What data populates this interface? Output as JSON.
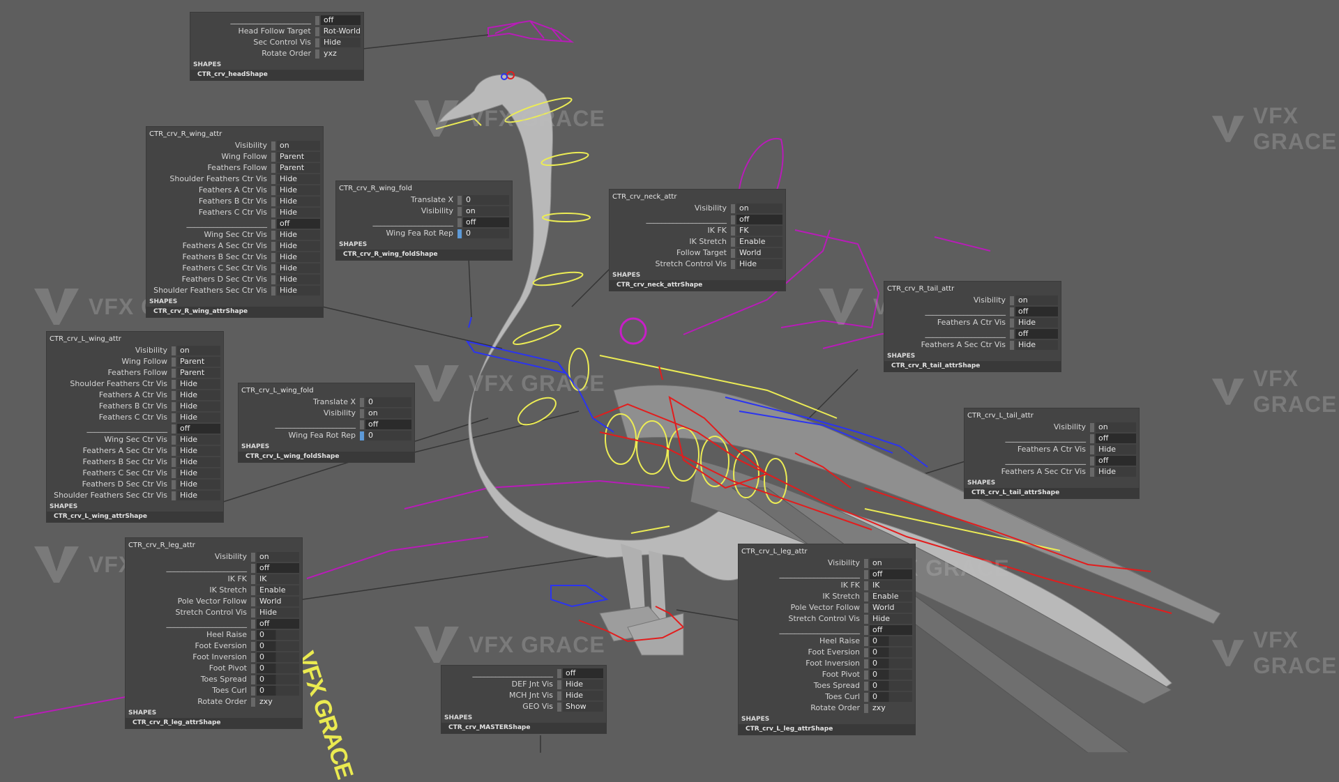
{
  "watermark": {
    "text": "VFX GRACE"
  },
  "floor_logo": {
    "text": "VFX GRACE"
  },
  "colors": {
    "background": "#5e5e5e",
    "panel": "#444444",
    "yellow": "#f0f060",
    "red": "#e02020",
    "blue": "#2a3cff",
    "magenta": "#c020c0"
  },
  "panels": {
    "head": {
      "rows": [
        {
          "label": "_____________________",
          "value": "off"
        },
        {
          "label": "Head Follow Target",
          "value": "Rot-World"
        },
        {
          "label": "Sec Control Vis",
          "value": "Hide"
        },
        {
          "label": "Rotate Order",
          "value": "yxz"
        }
      ],
      "shapes_label": "SHAPES",
      "shape": "CTR_crv_headShape"
    },
    "r_wing_attr": {
      "title": "CTR_crv_R_wing_attr",
      "rows": [
        {
          "label": "Visibility",
          "value": "on"
        },
        {
          "label": "Wing Follow",
          "value": "Parent"
        },
        {
          "label": "Feathers Follow",
          "value": "Parent"
        },
        {
          "label": "Shoulder Feathers Ctr Vis",
          "value": "Hide"
        },
        {
          "label": "Feathers A Ctr Vis",
          "value": "Hide"
        },
        {
          "label": "Feathers B Ctr Vis",
          "value": "Hide"
        },
        {
          "label": "Feathers C Ctr Vis",
          "value": "Hide"
        },
        {
          "label": "_____________________",
          "value": "off"
        },
        {
          "label": "Wing Sec Ctr Vis",
          "value": "Hide"
        },
        {
          "label": "Feathers A Sec Ctr Vis",
          "value": "Hide"
        },
        {
          "label": "Feathers B Sec Ctr Vis",
          "value": "Hide"
        },
        {
          "label": "Feathers C Sec Ctr Vis",
          "value": "Hide"
        },
        {
          "label": "Feathers D Sec Ctr Vis",
          "value": "Hide"
        },
        {
          "label": "Shoulder Feathers Sec Ctr Vis",
          "value": "Hide"
        }
      ],
      "shapes_label": "SHAPES",
      "shape": "CTR_crv_R_wing_attrShape"
    },
    "r_wing_fold": {
      "title": "CTR_crv_R_wing_fold",
      "rows": [
        {
          "label": "Translate X",
          "value": "0"
        },
        {
          "label": "Visibility",
          "value": "on"
        },
        {
          "label": "_____________________",
          "value": "off"
        },
        {
          "label": "Wing Fea Rot Rep",
          "value": "0"
        }
      ],
      "shapes_label": "SHAPES",
      "shape": "CTR_crv_R_wing_foldShape"
    },
    "neck_attr": {
      "title": "CTR_crv_neck_attr",
      "rows": [
        {
          "label": "Visibility",
          "value": "on"
        },
        {
          "label": "_____________________",
          "value": "off"
        },
        {
          "label": "IK FK",
          "value": "FK"
        },
        {
          "label": "IK Stretch",
          "value": "Enable"
        },
        {
          "label": "Follow Target",
          "value": "World"
        },
        {
          "label": "Stretch Control Vis",
          "value": "Hide"
        }
      ],
      "shapes_label": "SHAPES",
      "shape": "CTR_crv_neck_attrShape"
    },
    "r_tail_attr": {
      "title": "CTR_crv_R_tail_attr",
      "rows": [
        {
          "label": "Visibility",
          "value": "on"
        },
        {
          "label": "_____________________",
          "value": "off"
        },
        {
          "label": "Feathers A Ctr Vis",
          "value": "Hide"
        },
        {
          "label": "_____________________",
          "value": "off"
        },
        {
          "label": "Feathers A Sec Ctr Vis",
          "value": "Hide"
        }
      ],
      "shapes_label": "SHAPES",
      "shape": "CTR_crv_R_tail_attrShape"
    },
    "l_wing_attr": {
      "title": "CTR_crv_L_wing_attr",
      "rows": [
        {
          "label": "Visibility",
          "value": "on"
        },
        {
          "label": "Wing Follow",
          "value": "Parent"
        },
        {
          "label": "Feathers Follow",
          "value": "Parent"
        },
        {
          "label": "Shoulder Feathers Ctr Vis",
          "value": "Hide"
        },
        {
          "label": "Feathers A Ctr Vis",
          "value": "Hide"
        },
        {
          "label": "Feathers B Ctr Vis",
          "value": "Hide"
        },
        {
          "label": "Feathers C Ctr Vis",
          "value": "Hide"
        },
        {
          "label": "_____________________",
          "value": "off"
        },
        {
          "label": "Wing Sec Ctr Vis",
          "value": "Hide"
        },
        {
          "label": "Feathers A Sec Ctr Vis",
          "value": "Hide"
        },
        {
          "label": "Feathers B Sec Ctr Vis",
          "value": "Hide"
        },
        {
          "label": "Feathers C Sec Ctr Vis",
          "value": "Hide"
        },
        {
          "label": "Feathers D Sec Ctr Vis",
          "value": "Hide"
        },
        {
          "label": "Shoulder Feathers Sec Ctr Vis",
          "value": "Hide"
        }
      ],
      "shapes_label": "SHAPES",
      "shape": "CTR_crv_L_wing_attrShape"
    },
    "l_wing_fold": {
      "title": "CTR_crv_L_wing_fold",
      "rows": [
        {
          "label": "Translate X",
          "value": "0"
        },
        {
          "label": "Visibility",
          "value": "on"
        },
        {
          "label": "_____________________",
          "value": "off"
        },
        {
          "label": "Wing Fea Rot Rep",
          "value": "0"
        }
      ],
      "shapes_label": "SHAPES",
      "shape": "CTR_crv_L_wing_foldShape"
    },
    "l_tail_attr": {
      "title": "CTR_crv_L_tail_attr",
      "rows": [
        {
          "label": "Visibility",
          "value": "on"
        },
        {
          "label": "_____________________",
          "value": "off"
        },
        {
          "label": "Feathers A Ctr Vis",
          "value": "Hide"
        },
        {
          "label": "_____________________",
          "value": "off"
        },
        {
          "label": "Feathers A Sec Ctr Vis",
          "value": "Hide"
        }
      ],
      "shapes_label": "SHAPES",
      "shape": "CTR_crv_L_tail_attrShape"
    },
    "r_leg_attr": {
      "title": "CTR_crv_R_leg_attr",
      "rows": [
        {
          "label": "Visibility",
          "value": "on"
        },
        {
          "label": "_____________________",
          "value": "off"
        },
        {
          "label": "IK FK",
          "value": "IK"
        },
        {
          "label": "IK Stretch",
          "value": "Enable"
        },
        {
          "label": "Pole Vector Follow",
          "value": "World"
        },
        {
          "label": "Stretch Control Vis",
          "value": "Hide"
        },
        {
          "label": "_____________________",
          "value": "off"
        },
        {
          "label": "Heel Raise",
          "value": "0"
        },
        {
          "label": "Foot Eversion",
          "value": "0"
        },
        {
          "label": "Foot Inversion",
          "value": "0"
        },
        {
          "label": "Foot Pivot",
          "value": "0"
        },
        {
          "label": "Toes Spread",
          "value": "0"
        },
        {
          "label": "Toes Curl",
          "value": "0"
        },
        {
          "label": "Rotate Order",
          "value": "zxy"
        }
      ],
      "shapes_label": "SHAPES",
      "shape": "CTR_crv_R_leg_attrShape"
    },
    "l_leg_attr": {
      "title": "CTR_crv_L_leg_attr",
      "rows": [
        {
          "label": "Visibility",
          "value": "on"
        },
        {
          "label": "_____________________",
          "value": "off"
        },
        {
          "label": "IK FK",
          "value": "IK"
        },
        {
          "label": "IK Stretch",
          "value": "Enable"
        },
        {
          "label": "Pole Vector Follow",
          "value": "World"
        },
        {
          "label": "Stretch Control Vis",
          "value": "Hide"
        },
        {
          "label": "_____________________",
          "value": "off"
        },
        {
          "label": "Heel Raise",
          "value": "0"
        },
        {
          "label": "Foot Eversion",
          "value": "0"
        },
        {
          "label": "Foot Inversion",
          "value": "0"
        },
        {
          "label": "Foot Pivot",
          "value": "0"
        },
        {
          "label": "Toes Spread",
          "value": "0"
        },
        {
          "label": "Toes Curl",
          "value": "0"
        },
        {
          "label": "Rotate Order",
          "value": "zxy"
        }
      ],
      "shapes_label": "SHAPES",
      "shape": "CTR_crv_L_leg_attrShape"
    },
    "master": {
      "rows": [
        {
          "label": "_____________________",
          "value": "off"
        },
        {
          "label": "DEF Jnt Vis",
          "value": "Hide"
        },
        {
          "label": "MCH Jnt Vis",
          "value": "Hide"
        },
        {
          "label": "GEO Vis",
          "value": "Show"
        }
      ],
      "shapes_label": "SHAPES",
      "shape": "CTR_crv_MASTERShape"
    }
  }
}
